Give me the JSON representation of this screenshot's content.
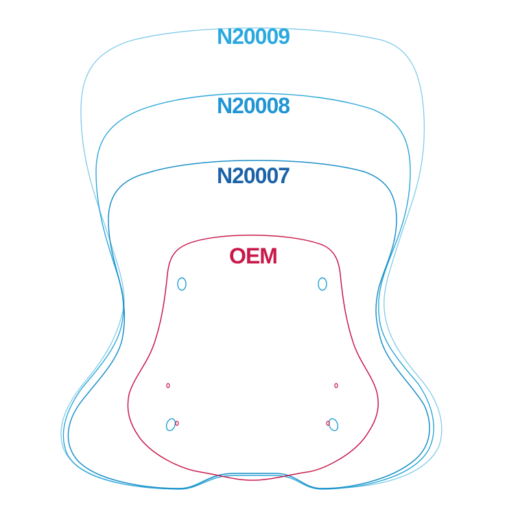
{
  "labels": {
    "n20009": "N20009",
    "n20008": "N20008",
    "n20007": "N20007",
    "oem": "OEM"
  },
  "colors": {
    "n20009": "#2aa9de",
    "n20008": "#1f95d3",
    "n20007": "#1b62a8",
    "oem": "#c8194a",
    "n20009_outline": "#7fcbe8",
    "n20008_outline": "#2aa6d8",
    "n20007_outline": "#1c8fc8",
    "oem_outline": "#c8194a",
    "mount_hole": "#1f9fd2"
  }
}
